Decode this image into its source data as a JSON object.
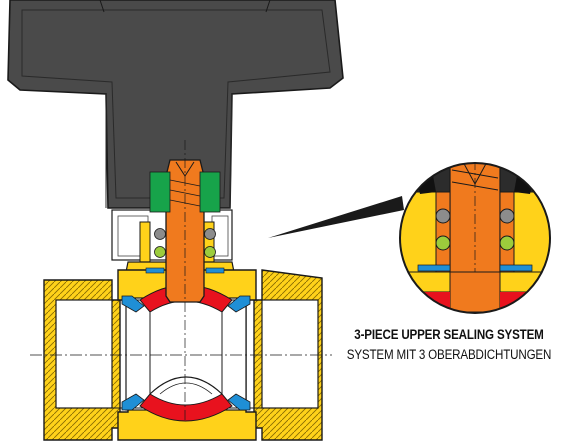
{
  "caption": {
    "title": "3-PIECE UPPER SEALING SYSTEM",
    "subtitle": "SYSTEM MIT 3 OBERABDICHTUNGEN"
  },
  "colors": {
    "handle": "#4a4a4a",
    "handle_outline": "#1a1a1a",
    "body_brass": "#ffd21a",
    "stem_copper": "#f07a1e",
    "ball_red": "#e8121e",
    "seal_blue": "#1f8fd6",
    "oring_green": "#17a34a",
    "oring_grey": "#8c8c8c",
    "oring_lime": "#9ccc3c"
  },
  "icons": {
    "main": "ball-valve-cross-section",
    "detail": "upper-sealing-detail-magnifier"
  }
}
